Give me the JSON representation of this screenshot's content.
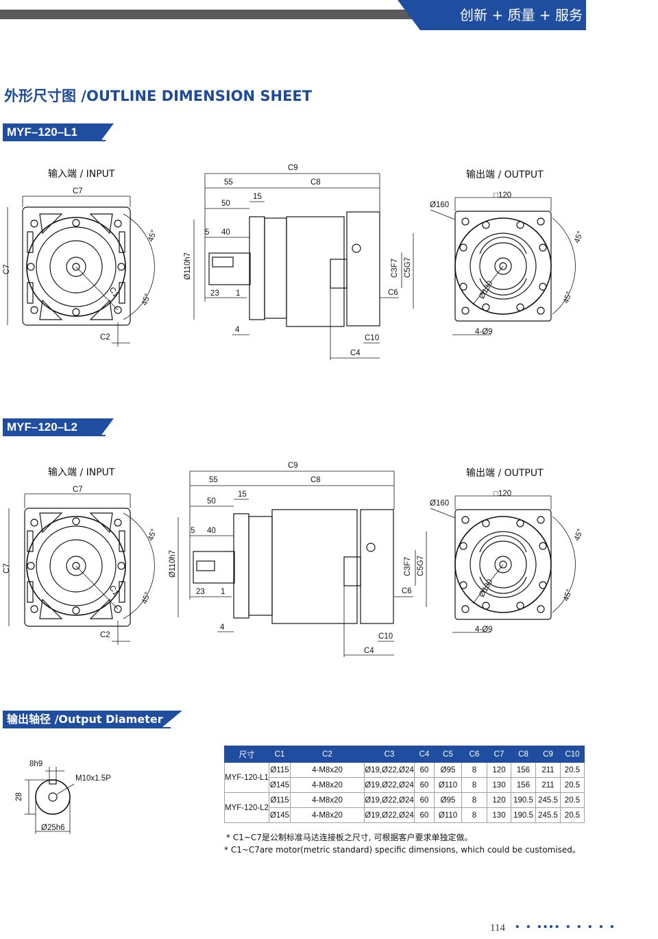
{
  "header": {
    "slogan": "创新 + 质量 + 服务"
  },
  "sheet_title": "外形尺寸图 /OUTLINE DIMENSION SHEET",
  "models": [
    {
      "tag": "MYF–120–L1",
      "input_label": "输入端 / INPUT",
      "output_label": "输出端 / OUTPUT"
    },
    {
      "tag": "MYF–120–L2",
      "input_label": "输入端 / INPUT",
      "output_label": "输出端 / OUTPUT"
    }
  ],
  "dims": {
    "c1": "C1",
    "c2": "C2",
    "c3": "C3F7",
    "c4": "C4",
    "c5": "C5G7",
    "c6": "C6",
    "c7": "C7",
    "c8": "C8",
    "c9": "C9",
    "c10": "C10",
    "d55": "55",
    "d50": "50",
    "d15": "15",
    "d5": "5",
    "d40": "40",
    "d23": "23",
    "d1": "1",
    "d4": "4",
    "dia110": "Ø110h7",
    "dia160": "Ø160",
    "sq120": "□120",
    "dia130": "Ø130",
    "holes": "4-Ø9",
    "deg45": "45°"
  },
  "shaft_section": {
    "title": "输出轴径 /Output Diameter",
    "key_width": "8h9",
    "thread": "M10x1.5P",
    "height": "28",
    "diameter": "Ø25h6"
  },
  "table": {
    "headers": [
      "尺寸",
      "C1",
      "C2",
      "C3",
      "C4",
      "C5",
      "C6",
      "C7",
      "C8",
      "C9",
      "C10"
    ],
    "rows": [
      {
        "model": "MYF-120-L1",
        "cells": [
          "Ø115",
          "4-M8x20",
          "Ø19,Ø22,Ø24",
          "60",
          "Ø95",
          "8",
          "120",
          "156",
          "211",
          "20.5"
        ]
      },
      {
        "model": "",
        "cells": [
          "Ø145",
          "4-M8x20",
          "Ø19,Ø22,Ø24",
          "60",
          "Ø110",
          "8",
          "130",
          "156",
          "211",
          "20.5"
        ]
      },
      {
        "model": "MYF-120-L2",
        "cells": [
          "Ø115",
          "4-M8x20",
          "Ø19,Ø22,Ø24",
          "60",
          "Ø95",
          "8",
          "120",
          "190.5",
          "245.5",
          "20.5"
        ]
      },
      {
        "model": "",
        "cells": [
          "Ø145",
          "4-M8x20",
          "Ø19,Ø22,Ø24",
          "60",
          "Ø110",
          "8",
          "130",
          "190.5",
          "245.5",
          "20.5"
        ]
      }
    ]
  },
  "notes": [
    "* C1~C7是公制标准马达连接板之尺寸, 可根据客户要求单独定做。",
    "* C1~C7are motor(metric standard)  specific dimensions, which could be customised。"
  ],
  "footer": {
    "page_number": "114",
    "dots": "• • •••• • • • • •"
  }
}
